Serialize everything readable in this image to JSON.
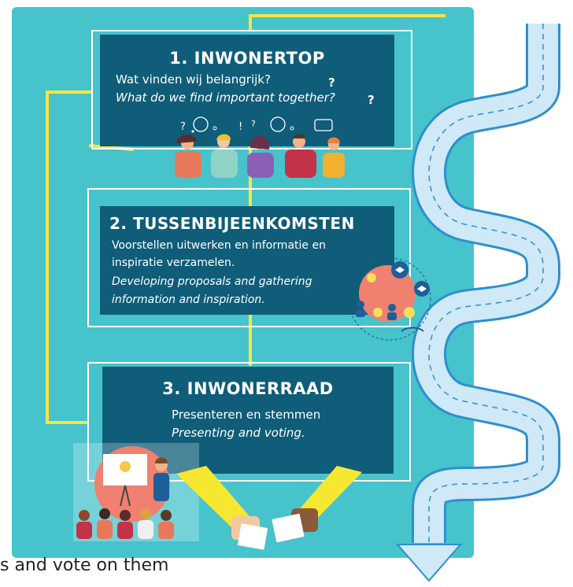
{
  "steps": [
    {
      "title": "1. INWONERTOP",
      "dutch": "Wat vinden wij belangrijk?",
      "english": "What do we find important together?"
    },
    {
      "title": "2. TUSSENBIJEENKOMSTEN",
      "dutch_line1": "Voorstellen uitwerken en informatie en",
      "dutch_line2": "inspiratie verzamelen.",
      "english_line1": "Developing proposals and gathering",
      "english_line2": "information and inspiration."
    },
    {
      "title": "3. INWONERRAAD",
      "dutch": "Presenteren en stemmen",
      "english": "Presenting and voting."
    }
  ],
  "caption_fragment": "s and vote on them",
  "colors": {
    "panel": "#47c3cc",
    "box": "#0f5d78",
    "connector": "#f5e642",
    "road": "#cfe9f7",
    "road_edge": "#2e8fcf"
  }
}
